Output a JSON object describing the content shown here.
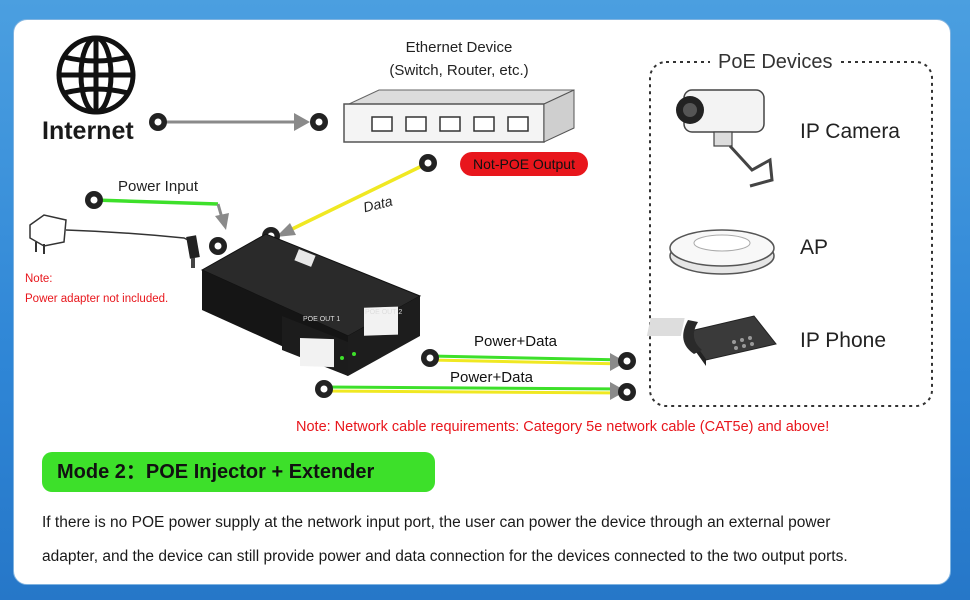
{
  "internet": {
    "label": "Internet",
    "icon": "globe-icon"
  },
  "ethernet_device": {
    "title_line1": "Ethernet Device",
    "title_line2": "(Switch, Router, etc.)",
    "icon": "switch-icon"
  },
  "not_poe_output": {
    "label": "Not-POE Output",
    "color": "#e8161c"
  },
  "power_input": {
    "label": "Power Input"
  },
  "data_label": "Data",
  "note": {
    "line1": "Note:",
    "line2": "Power adapter not included.",
    "color": "#e8161c"
  },
  "injector": {
    "port1_label": "POE OUT 1",
    "port2_label": "POE OUT 2",
    "icon": "poe-splitter-device-icon"
  },
  "links": {
    "power_data_1": "Power+Data",
    "power_data_2": "Power+Data"
  },
  "network_note": "Note: Network cable requirements: Category 5e network cable (CAT5e) and above!",
  "poe_devices": {
    "title": "PoE Devices",
    "items": [
      {
        "label": "IP Camera",
        "icon": "ip-camera-icon"
      },
      {
        "label": "AP",
        "icon": "access-point-icon"
      },
      {
        "label": "IP Phone",
        "icon": "ip-phone-icon"
      }
    ]
  },
  "mode": {
    "label": "Mode 2：POE Injector + Extender",
    "color": "#3de02a"
  },
  "description": {
    "line1": "If there is no POE power supply at the network input port, the user can power the device through an external power",
    "line2": "adapter, and the device can still provide power and data connection for the devices connected to the two output ports."
  },
  "colors": {
    "power_line": "#3de02a",
    "data_line": "#f0e822",
    "gray_line": "#8a8a8a",
    "accent_blue": "#2f86d6"
  }
}
